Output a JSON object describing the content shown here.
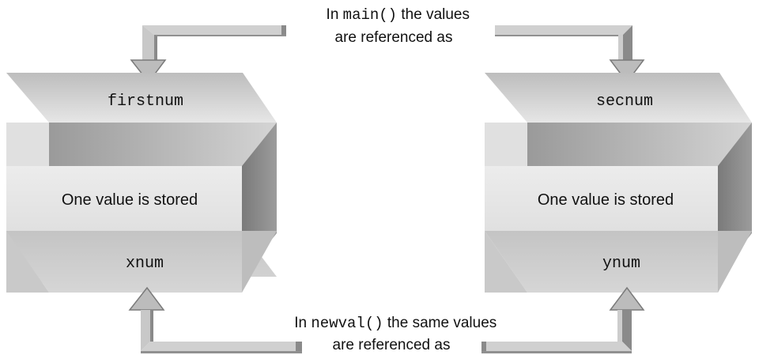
{
  "top_caption": {
    "line1_prefix": "In ",
    "line1_code": "main()",
    "line1_suffix": " the values",
    "line2": "are referenced as"
  },
  "bottom_caption": {
    "line1_prefix": "In ",
    "line1_code": "newval()",
    "line1_suffix": " the same values",
    "line2": "are referenced as"
  },
  "boxes": [
    {
      "top_label": "firstnum",
      "body_label": "One value is stored",
      "bottom_label": "xnum"
    },
    {
      "top_label": "secnum",
      "body_label": "One value is stored",
      "bottom_label": "ynum"
    }
  ],
  "colors": {
    "arrow_light": "#d2d2d2",
    "arrow_mid": "#aaaaaa",
    "arrow_dark": "#707070",
    "box_front": "#e6e6e6",
    "box_side": "#8a8a8a",
    "box_interior": "#b4b4b4",
    "text": "#111111"
  }
}
